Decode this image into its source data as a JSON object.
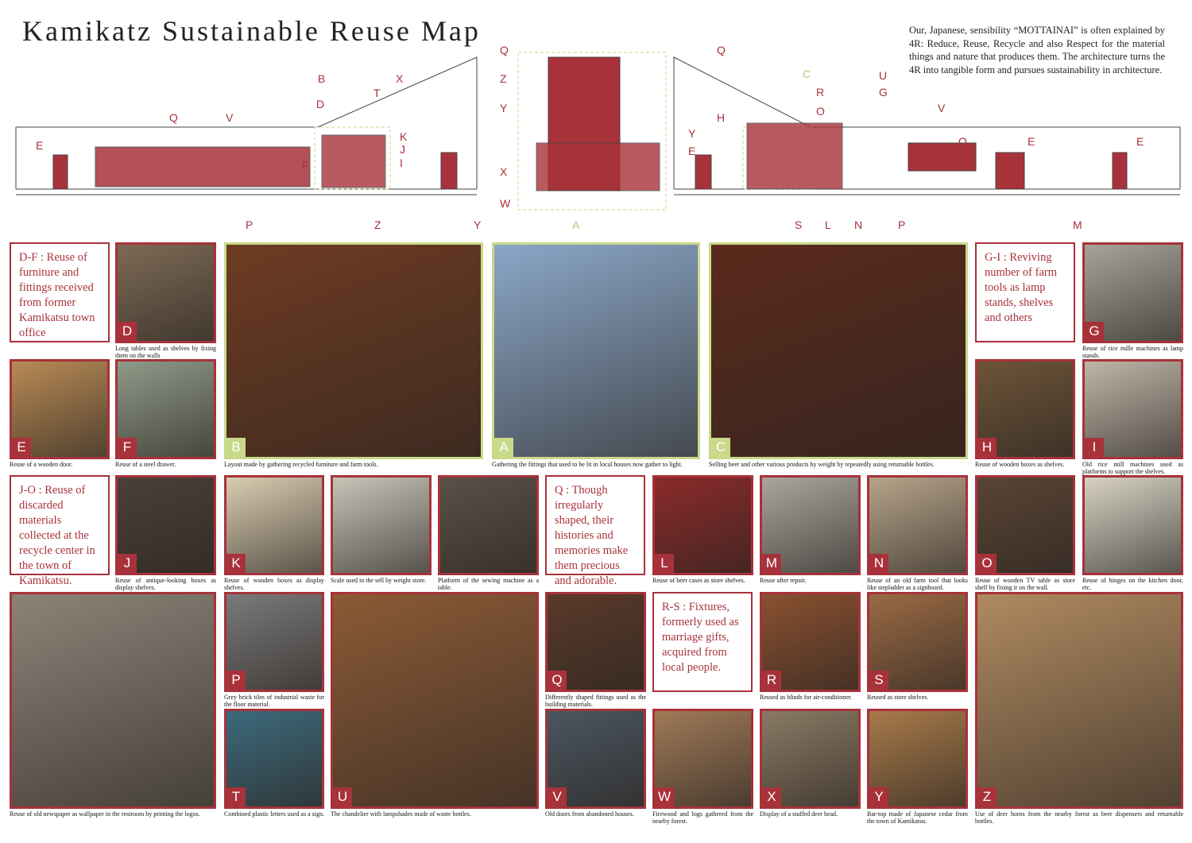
{
  "title": "Kamikatz Sustainable Reuse Map",
  "intro": "Our, Japanese, sensibility “MOTTAINAI” is often explained by 4R: Reduce, Reuse, Recycle and also Respect for the material things and nature that produces them. The architecture turns the 4R into tangible form and pursues sustainability in architecture.",
  "colors": {
    "accent": "#a8323a",
    "highlight": "#c9d98a"
  },
  "drawing_labels": [
    "E",
    "Q",
    "V",
    "B",
    "D",
    "F",
    "T",
    "X",
    "K",
    "J",
    "I",
    "P",
    "Z",
    "Y",
    "Q",
    "Z",
    "Y",
    "X",
    "W",
    "A",
    "Q",
    "H",
    "Y",
    "E",
    "C",
    "R",
    "O",
    "U",
    "G",
    "V",
    "Q",
    "E",
    "E",
    "S",
    "L",
    "N",
    "P",
    "M"
  ],
  "text_boxes": [
    "D-F : Reuse of furniture and fittings received from former Kamikatsu town office",
    "G-I : Reviving number of farm tools as lamp stands, shelves and others",
    "J-O : Reuse of discarded materials collected at the recycle center in the town of Kamikatsu.",
    "Q : Though irregularly shaped, their histories and memories make them precious and adorable.",
    "R-S : Fixtures, formerly used as marriage gifts, acquired from local people."
  ],
  "photos": [
    {
      "letter": "D",
      "caption": "Long tables used as shelves by fixing them on the walls"
    },
    {
      "letter": "E",
      "caption": "Reuse of a wooden door."
    },
    {
      "letter": "F",
      "caption": "Reuse of a steel drawer."
    },
    {
      "letter": "B",
      "caption": "Layout made by gathering recycled furniture and farm tools."
    },
    {
      "letter": "A",
      "caption": "Gathering the fittings that used to be lit in local houses now gather to light."
    },
    {
      "letter": "C",
      "caption": "Selling beer and other various products by weight by repeatedly using returnable bottles."
    },
    {
      "letter": "G",
      "caption": "Reuse of rice mille machines as lamp stands."
    },
    {
      "letter": "H",
      "caption": "Reuse of wooden boxes as shelves."
    },
    {
      "letter": "I",
      "caption": "Old rice mill machines used as platforms to support the shelves."
    },
    {
      "letter": "J",
      "caption": "Reuse of antique-looking boxes as display shelves."
    },
    {
      "letter": "K",
      "caption": "Reuse of wooden boxes as display shelves."
    },
    {
      "letter": "",
      "caption": "Scale used in the sell by weight store."
    },
    {
      "letter": "",
      "caption": "Platform of the sewing machine as a table."
    },
    {
      "letter": "L",
      "caption": "Reuse of beer cases as store shelves."
    },
    {
      "letter": "M",
      "caption": "Reuse after repair."
    },
    {
      "letter": "N",
      "caption": "Reuse of an old farm tool that looks like stepladder as a signboard."
    },
    {
      "letter": "O",
      "caption": "Reuse of wooden TV table as store shelf by fixing it on the wall."
    },
    {
      "letter": "",
      "caption": "Reuse of hinges on the kitchen door, etc."
    },
    {
      "letter": "",
      "caption": "Reuse of old newspaper as wallpaper in the restroom by printing the logos."
    },
    {
      "letter": "P",
      "caption": "Grey brick tiles of industrial waste for the floor material."
    },
    {
      "letter": "T",
      "caption": "Combined plastic letters used as a sign."
    },
    {
      "letter": "U",
      "caption": "The chandelier with lampshades made of waste bottles."
    },
    {
      "letter": "Q",
      "caption": "Differently shaped fittings used as the building materials."
    },
    {
      "letter": "R",
      "caption": "Reused as blinds for air-conditioner."
    },
    {
      "letter": "S",
      "caption": "Reused as store shelves."
    },
    {
      "letter": "V",
      "caption": "Old doors from abandoned houses."
    },
    {
      "letter": "W",
      "caption": "Firewood and logs gathered from the nearby forest."
    },
    {
      "letter": "X",
      "caption": "Display of a stuffed deer head."
    },
    {
      "letter": "Y",
      "caption": "Bar-top made of Japanese cedar from the town of Kamikatsu."
    },
    {
      "letter": "Z",
      "caption": "Use of deer horns from the nearby forest as beer dispensers and returnable bottles."
    }
  ]
}
